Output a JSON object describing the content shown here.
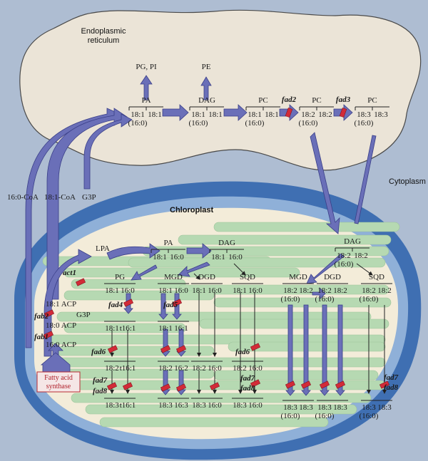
{
  "regions": {
    "er": "Endoplasmic\nreticulum",
    "cytoplasm": "Cytoplasm",
    "chloroplast": "Chloroplast"
  },
  "er_path": {
    "pg_pi": "PG, PI",
    "pe": "PE",
    "nodes": [
      {
        "name": "PA",
        "l": "18:1",
        "r": "18:1",
        "sub": "(16:0)"
      },
      {
        "name": "DAG",
        "l": "18:1",
        "r": "18:1",
        "sub": "(16:0)"
      },
      {
        "name": "PC",
        "l": "18:1",
        "r": "18:1",
        "sub": "(16:0)"
      },
      {
        "name": "PC",
        "l": "18:2",
        "r": "18:2",
        "sub": "(16:0)"
      },
      {
        "name": "PC",
        "l": "18:3",
        "r": "18:3",
        "sub": "(16:0)"
      }
    ],
    "enzymes": [
      "fad2",
      "fad3"
    ]
  },
  "export": {
    "c1": "16:0-CoA",
    "c2": "18:1-CoA",
    "c3": "G3P"
  },
  "chloro": {
    "lpa": "LPA",
    "pa": {
      "name": "PA",
      "l": "18:1",
      "r": "16:0"
    },
    "dag": {
      "name": "DAG",
      "l": "18:1",
      "r": "16:0"
    },
    "dag_er": {
      "name": "DAG",
      "l": "18:2",
      "r": "18:2",
      "sub": "(16:0)"
    },
    "acp": [
      "18:1 ACP",
      "18:0 ACP",
      "16:0 ACP"
    ],
    "g3p": "G3P",
    "fas": "Fatty acid\nsynthase",
    "enzymes": {
      "act1": "act1",
      "fab2": "fab2",
      "fab1": "fab1",
      "fad4": "fad4",
      "fad5": "fad5",
      "fad6a": "fad6",
      "fad6b": "fad6",
      "fad7a": "fad7",
      "fad8a": "fad8",
      "fad7b": "fad7",
      "fad8b": "fad8",
      "fad7c": "fad7",
      "fad8c": "fad8"
    },
    "left_cols": [
      {
        "name": "PG",
        "rows": [
          [
            "18:1",
            "16:0"
          ],
          [
            "18:1",
            "t16:1"
          ],
          [
            "18:2",
            "t16:1"
          ],
          [
            "18:3",
            "t16:1"
          ]
        ]
      },
      {
        "name": "MGD",
        "rows": [
          [
            "18:1",
            "16:0"
          ],
          [
            "18:1",
            "16:1"
          ],
          [
            "18:2",
            "16:2"
          ],
          [
            "18:3",
            "16:3"
          ]
        ]
      },
      {
        "name": "DGD",
        "rows": [
          [
            "18:1",
            "16:0"
          ],
          [
            "",
            ""
          ],
          [
            "18:2",
            "16:0"
          ],
          [
            "18:3",
            "16:0"
          ]
        ]
      },
      {
        "name": "SQD",
        "rows": [
          [
            "18:1",
            "16:0"
          ],
          [
            "",
            ""
          ],
          [
            "18:2",
            "16:0"
          ],
          [
            "18:3",
            "16:0"
          ]
        ]
      }
    ],
    "right_cols": [
      {
        "name": "MGD",
        "top": [
          "18:2",
          "18:2"
        ],
        "bot": [
          "18:3",
          "18:3"
        ],
        "sub": "(16:0)"
      },
      {
        "name": "DGD",
        "top": [
          "18:2",
          "18:2"
        ],
        "bot": [
          "18:3",
          "18:3"
        ],
        "sub": "(16:0)"
      },
      {
        "name": "SQD",
        "top": [
          "18:2",
          "18:2"
        ],
        "bot": [
          "18:3",
          "18:3"
        ],
        "sub": "(16:0)"
      }
    ]
  },
  "colors": {
    "arrow": "#6a6fb8",
    "arrowDark": "#3a3f88",
    "er": "#e9e2d6",
    "envelope": "#3d6fb0",
    "stroma": "#f2ead8",
    "thylakoid": "#b6d9b2",
    "block": "#d22b38"
  }
}
